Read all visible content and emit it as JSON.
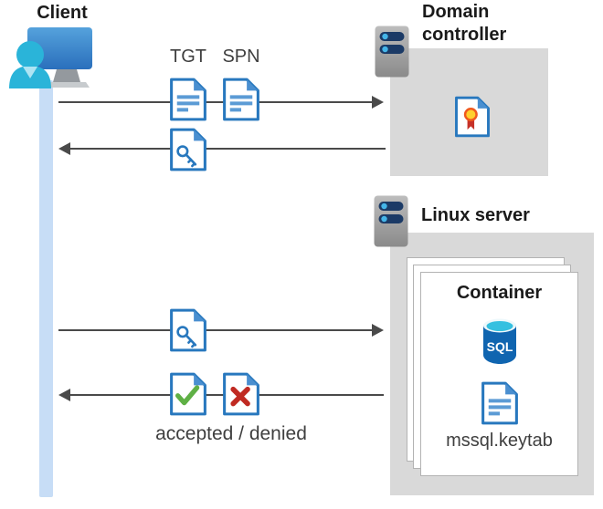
{
  "diagram": {
    "client": {
      "label": "Client"
    },
    "domain_controller": {
      "label_line1": "Domain",
      "label_line2": "controller"
    },
    "linux_server": {
      "label": "Linux server"
    },
    "container": {
      "title": "Container",
      "sql_badge": "SQL",
      "keytab_file": "mssql.keytab"
    },
    "flows": {
      "request_tickets": {
        "tgt_label": "TGT",
        "spn_label": "SPN"
      },
      "response_label": "accepted / denied"
    }
  },
  "icons": {
    "client": "user-at-computer-icon",
    "domain_controller": "server-icon",
    "linux_server": "server-icon",
    "tgt": "document-icon",
    "spn": "document-icon",
    "service_ticket": "key-document-icon",
    "certificate": "certificate-document-icon",
    "sql": "sql-database-icon",
    "keytab": "document-icon",
    "accepted": "check-document-icon",
    "denied": "cross-document-icon"
  },
  "colors": {
    "doc_blue": "#2878BE",
    "doc_fold": "#4A8FD0",
    "doc_lines": "#5B9BD5",
    "check_green": "#5FB045",
    "cross_red": "#C02A22",
    "ribbon_yellow": "#FFD02E",
    "ribbon_orange": "#F0591E",
    "ribbon_red": "#C63128",
    "sql_body": "#1065B0",
    "sql_top": "#35C0E0",
    "server_pill": "#1B3A66",
    "server_dot": "#45B5E8",
    "person_cyan": "#2AB4D9",
    "box_gray": "#D9D9D9",
    "lifeline_blue": "#C7DDF6",
    "arrow_gray": "#4A4A4A",
    "text_dark": "#1A1A1A",
    "text_gray": "#3F3F3F"
  }
}
